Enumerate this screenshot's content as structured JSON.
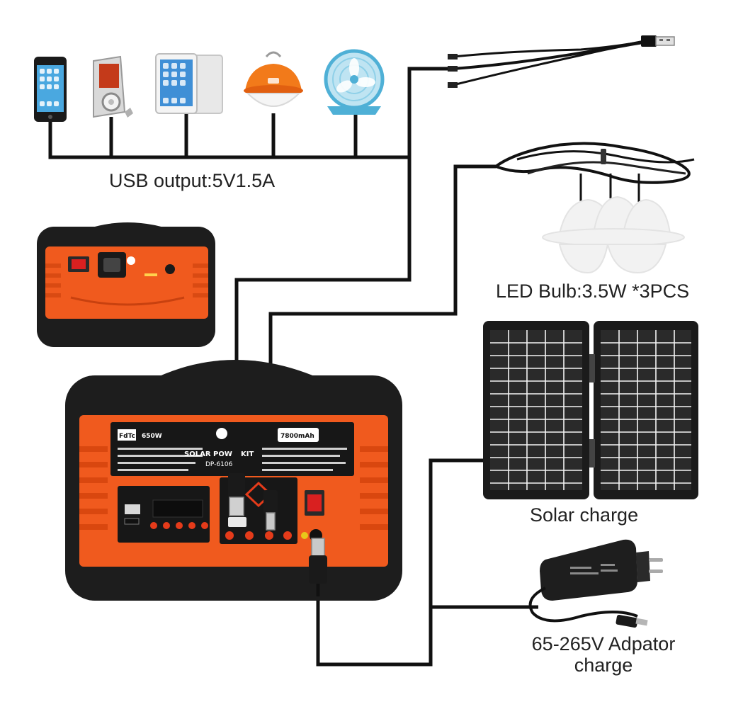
{
  "labels": {
    "usb_output": "USB output:5V1.5A",
    "led_bulb": "LED Bulb:3.5W *3PCS",
    "solar_charge": "Solar charge",
    "adapter_line1": "65-265V Adpator",
    "adapter_line2": "charge"
  },
  "product": {
    "brand_badge": "FdTc",
    "power_rating": "650W",
    "title_line1": "SOLAR POW",
    "title_line1_b": "KIT",
    "model": "DP-6106",
    "capacity": "7800mAh"
  },
  "colors": {
    "unit_orange": "#f05a1e",
    "unit_black": "#1d1d1d",
    "wire": "#111111",
    "background": "#ffffff"
  },
  "icons": [
    "smartphone-icon",
    "mp3-player-icon",
    "tablet-icon",
    "lantern-icon",
    "desk-fan-icon",
    "usb-splitter-cable-icon",
    "led-bulbs-icon",
    "solar-panel-icon",
    "wall-adapter-icon"
  ]
}
